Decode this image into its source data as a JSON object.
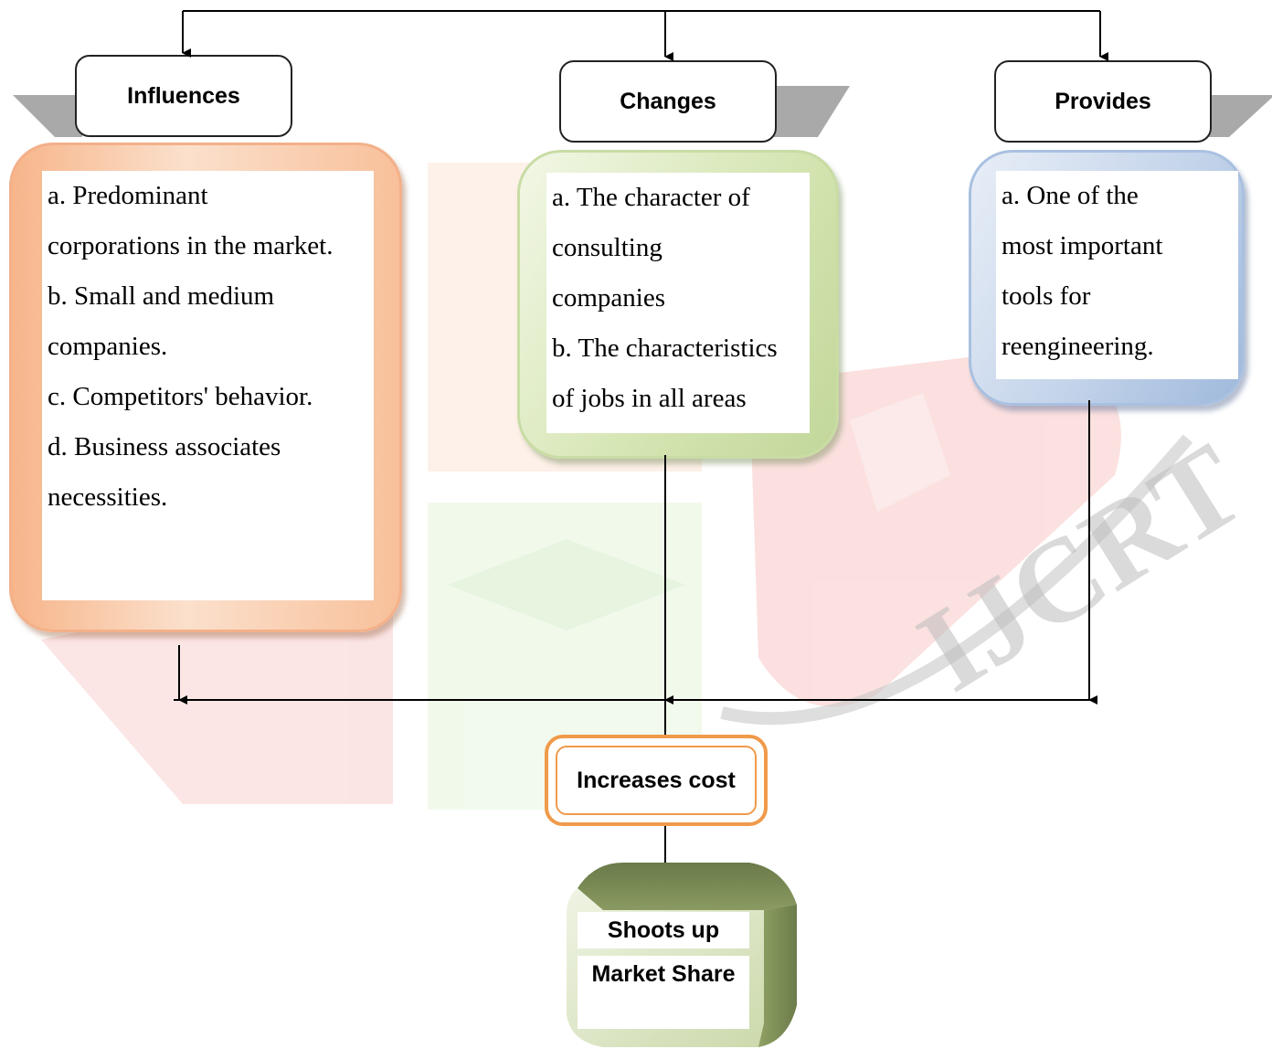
{
  "labels": {
    "influences": "Influences",
    "changes": "Changes",
    "provides": "Provides"
  },
  "influences_items": [
    "a. Predominant",
    "corporations in the market.",
    "b. Small and medium",
    "companies.",
    "c. Competitors' behavior.",
    "d. Business associates",
    "necessities."
  ],
  "changes_items": [
    "a. The character of",
    "consulting",
    "companies",
    "b. The characteristics",
    "of jobs in all areas"
  ],
  "provides_items": [
    "a. One of the",
    "most important",
    "tools for",
    "reengineering."
  ],
  "increases_cost": "Increases cost",
  "result": {
    "line1": "Shoots up",
    "line2": "Market Share"
  },
  "watermark": "IJCRT",
  "colors": {
    "orange": "#f7b58a",
    "green": "#c2d79a",
    "blue": "#9fb9dc",
    "increases_border": "#f09a4a",
    "result_dark": "#6f7d4f",
    "result_light": "#c7d4a6"
  }
}
